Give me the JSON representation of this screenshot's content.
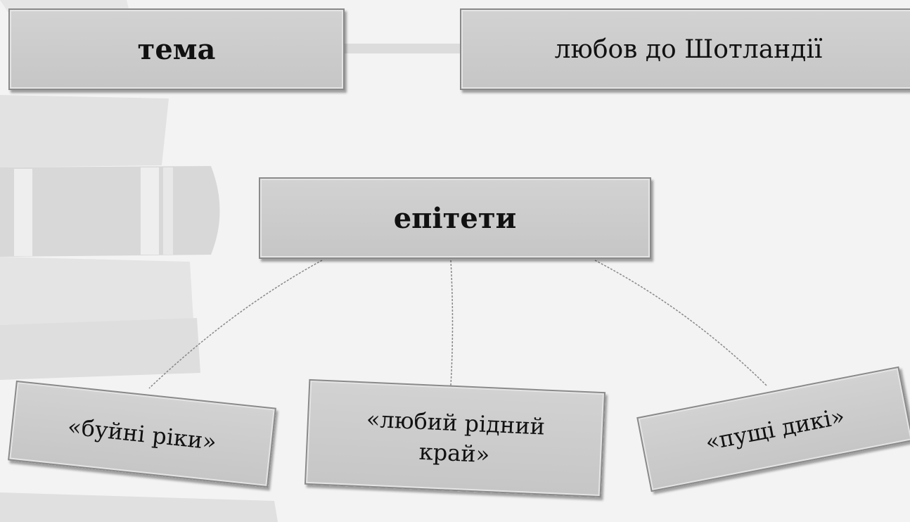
{
  "diagram": {
    "topic": {
      "label": "тема",
      "value": "любов до Шотландії"
    },
    "center": {
      "label": "епітети"
    },
    "epithets": [
      {
        "line1": "«буйні ріки»",
        "line2": ""
      },
      {
        "line1": "«любий рідний",
        "line2": "край»"
      },
      {
        "line1": "«пущі дикі»",
        "line2": ""
      }
    ]
  },
  "colors": {
    "card_fill": "#cccccc",
    "card_border": "#8a8a8a",
    "background": "#f3f3f3",
    "connector": "#888888"
  }
}
